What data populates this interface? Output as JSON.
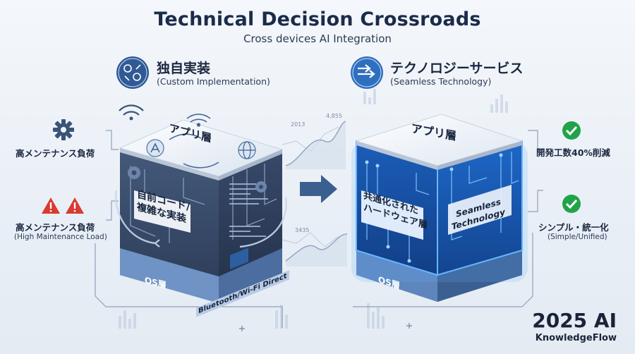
{
  "header": {
    "title": "Technical Decision Crossroads",
    "subtitle": "Cross devices AI Integration"
  },
  "left": {
    "title": "独自実装",
    "subtitle": "(Custom Implementation)",
    "app_layer": "アプリ層",
    "core_text_line1": "自前コード/",
    "core_text_line2": "複雑な実装",
    "os_layer": "OS層",
    "bluetooth_label": "Bluetooth/Wi-Fi Direct",
    "side_top": "高メンテナンス負荷",
    "side_bottom": "高メンテナンス負荷",
    "side_bottom_sub": "(High Maintenance Load)"
  },
  "right": {
    "title": "テクノロジーサービス",
    "subtitle": "(Seamless Technology)",
    "app_layer": "アプリ層",
    "core_text_line1": "共通化された",
    "core_text_line2": "ハードウェア層",
    "seamless_line1": "Seamless",
    "seamless_line2": "Technology",
    "os_layer": "OS層",
    "side_top": "開発工数40%削減",
    "side_bottom": "シンプル・統一化",
    "side_bottom_sub": "(Simple/Unified)"
  },
  "decor_numbers": {
    "n1": "2013",
    "n2": "4,855",
    "n3": "3435"
  },
  "brand": {
    "year": "2025 AI",
    "name": "KnowledgeFlow"
  },
  "colors": {
    "dark_navy": "#1b2b4b",
    "cube_dark": "#3b4d6b",
    "glow_blue": "#2f8ef0",
    "check_green": "#22a34a",
    "warning_red": "#d93a32"
  }
}
